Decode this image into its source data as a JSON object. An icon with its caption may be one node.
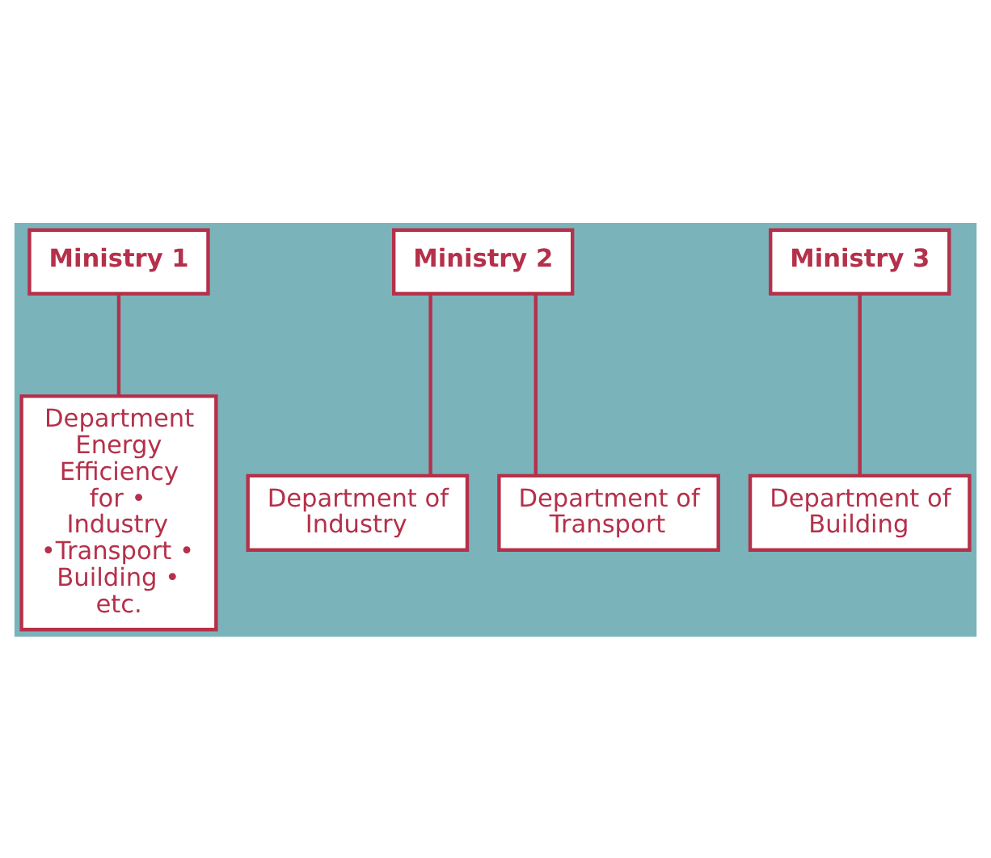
{
  "diagram": {
    "nodes": [
      {
        "text": [
          "Ministry 1"
        ]
      },
      {
        "text": [
          "Ministry 2"
        ]
      },
      {
        "text": [
          "Ministry 3"
        ]
      },
      {
        "text": [
          "Department Energy Efficiency for • Industry •Transport • Building • etc."
        ]
      },
      {
        "text": [
          "Department of Industry"
        ]
      },
      {
        "text": [
          "Department of Transport"
        ]
      },
      {
        "text": [
          "Department of Building"
        ]
      }
    ],
    "edges": [
      {
        "from": 0,
        "to": 3,
        "arrow": "none"
      },
      {
        "from": 1,
        "to": 4,
        "arrow": "none"
      },
      {
        "from": 1,
        "to": 5,
        "arrow": "none"
      },
      {
        "from": 2,
        "to": 6,
        "arrow": "none"
      }
    ]
  }
}
